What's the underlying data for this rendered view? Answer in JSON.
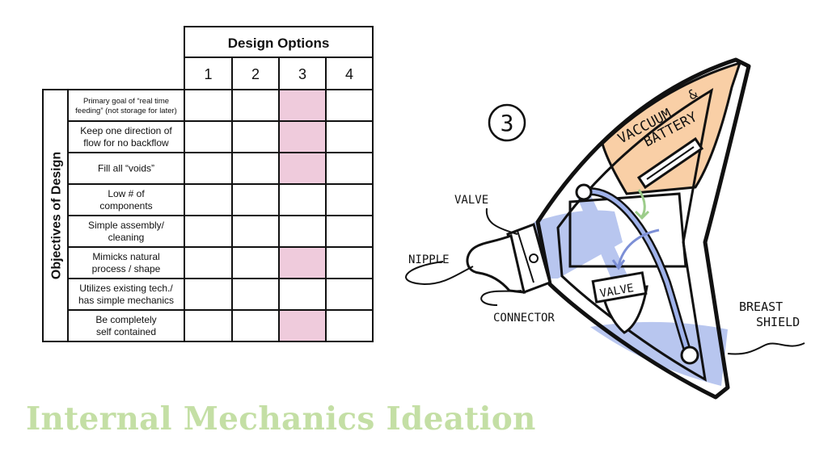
{
  "matrix": {
    "column_group_header": "Design Options",
    "row_group_header": "Objectives of Design",
    "columns": [
      "1",
      "2",
      "3",
      "4"
    ],
    "rows": [
      {
        "lines": [
          "Primary goal of “real time",
          "feeding” (not storage for later)"
        ],
        "highlighted": [
          3
        ]
      },
      {
        "lines": [
          "Keep one direction of",
          "flow for no backflow"
        ],
        "highlighted": [
          3
        ]
      },
      {
        "lines": [
          "Fill all “voids”"
        ],
        "highlighted": [
          3
        ]
      },
      {
        "lines": [
          "Low # of",
          "components"
        ],
        "highlighted": []
      },
      {
        "lines": [
          "Simple assembly/",
          "cleaning"
        ],
        "highlighted": []
      },
      {
        "lines": [
          "Mimicks natural",
          "process / shape"
        ],
        "highlighted": [
          3
        ]
      },
      {
        "lines": [
          "Utilizes existing tech./",
          "has simple mechanics"
        ],
        "highlighted": []
      },
      {
        "lines": [
          "Be completely",
          "self contained"
        ],
        "highlighted": [
          3
        ]
      }
    ],
    "highlight_color": "#efcbdc"
  },
  "sketch": {
    "option_number": "3",
    "labels": {
      "vacuum_line1": "VACCUUM",
      "vacuum_amp": "&",
      "vacuum_line2": "BATTERY",
      "valve_top": "VALVE",
      "valve_inner": "VALVE",
      "nipple": "NIPPLE",
      "connector": "CONNECTOR",
      "breast_line1": "BREAST",
      "breast_line2": "SHIELD"
    },
    "colors": {
      "milk": "#b8c6ef",
      "battery": "#f9cfa6",
      "arrow_blue": "#7c8fd6",
      "arrow_green": "#9ccc8a"
    }
  },
  "title": "Internal Mechanics Ideation"
}
